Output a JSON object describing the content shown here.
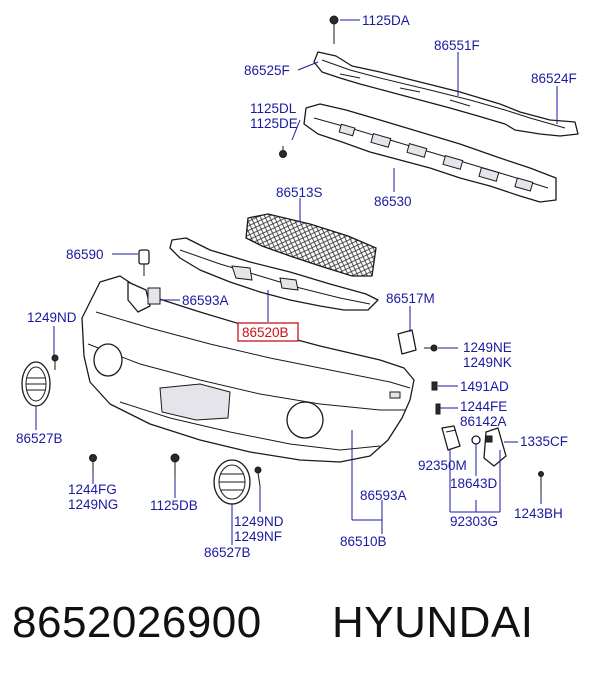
{
  "diagram": {
    "labels": {
      "p1125DA": "1125DA",
      "p86551F": "86551F",
      "p86525F": "86525F",
      "p86524F": "86524F",
      "p1125DL": "1125DL",
      "p1125DE": "1125DE",
      "p86513S": "86513S",
      "p86530": "86530",
      "p86590": "86590",
      "p86593A_top": "86593A",
      "p1249ND_left": "1249ND",
      "p86520B": "86520B",
      "p86517M": "86517M",
      "p1249NE": "1249NE",
      "p1249NK": "1249NK",
      "p1491AD": "1491AD",
      "p1244FE": "1244FE",
      "p86142A": "86142A",
      "p1335CF": "1335CF",
      "p86527B_left": "86527B",
      "p92350M": "92350M",
      "p18643D": "18643D",
      "p1244FG": "1244FG",
      "p1249NG": "1249NG",
      "p1125DB": "1125DB",
      "p1249ND_bottom": "1249ND",
      "p1249NF": "1249NF",
      "p86527B_bottom": "86527B",
      "p86593A_bottom": "86593A",
      "p86510B": "86510B",
      "p92303G": "92303G",
      "p1243BH": "1243BH"
    },
    "highlight_color": "#c8101a",
    "label_color": "#1a1aa0"
  },
  "footer": {
    "part_number": "8652026900",
    "brand": "HYUNDAI"
  }
}
